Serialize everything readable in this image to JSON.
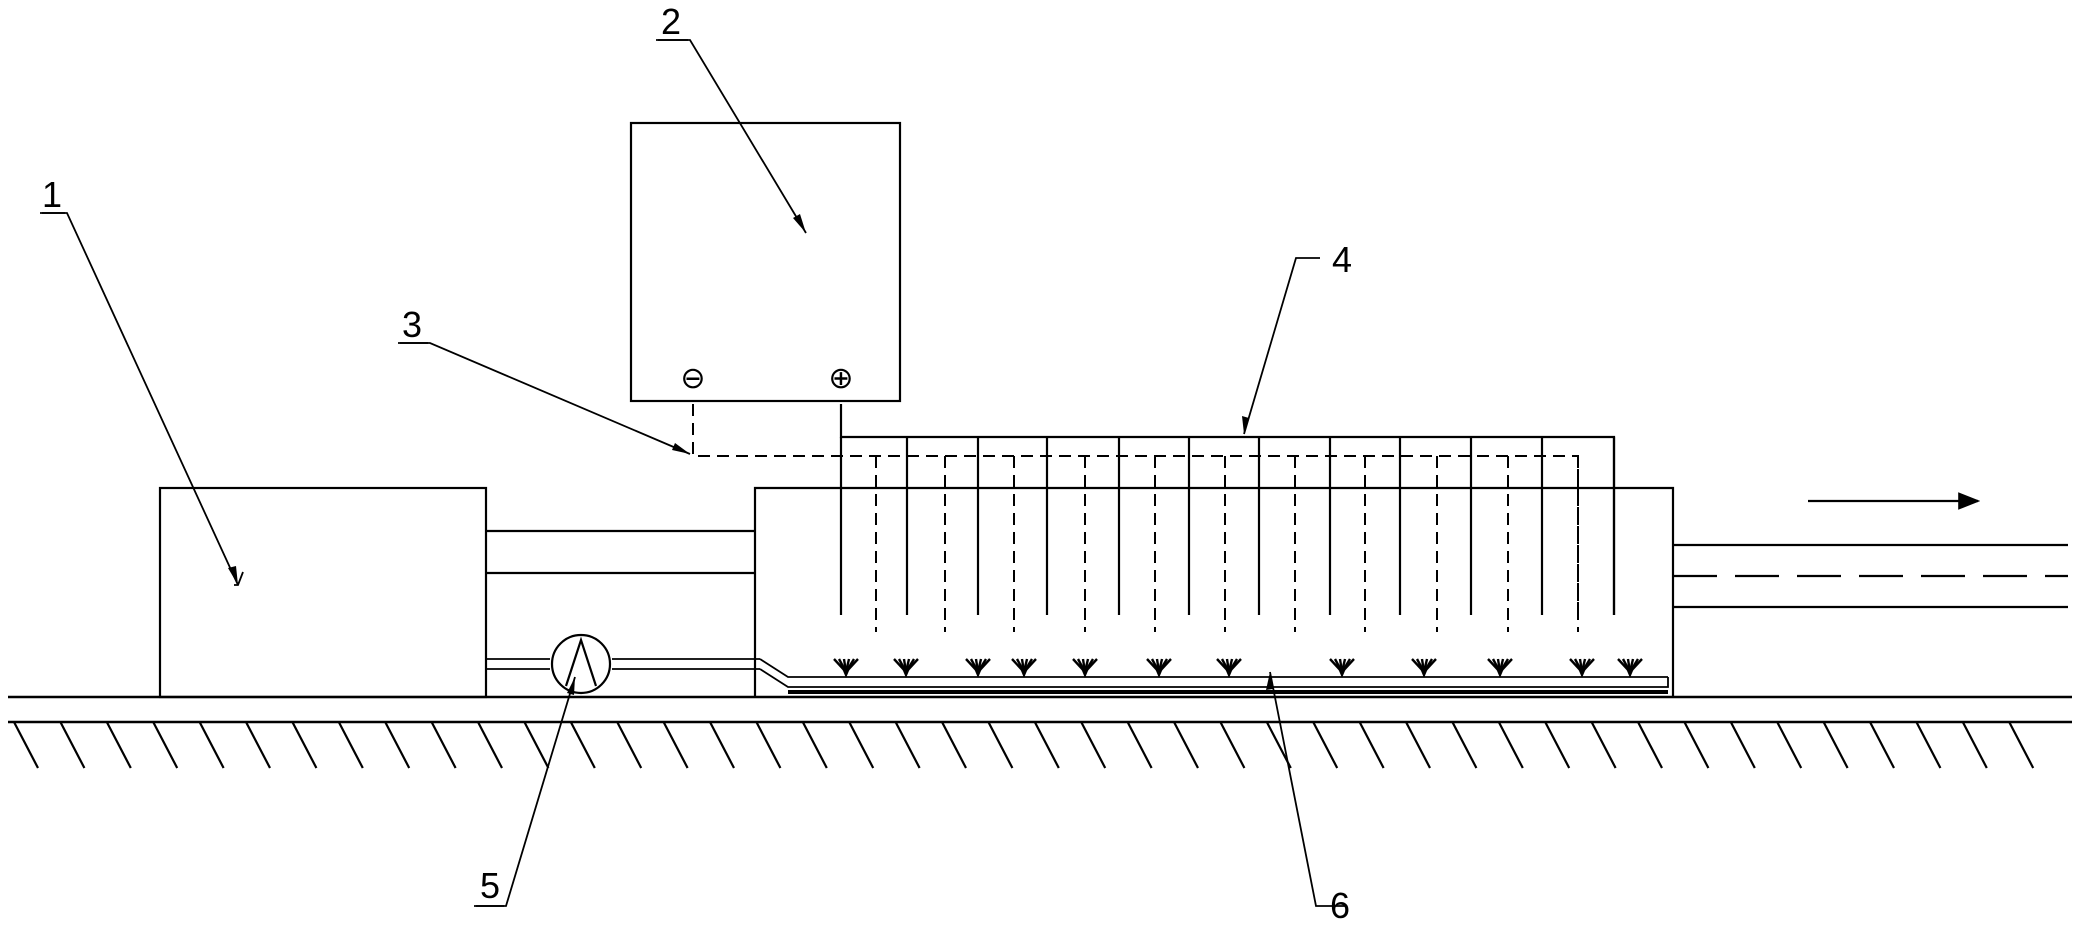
{
  "labels": {
    "tank": "1",
    "power_supply": "2",
    "cathode_wire": "3",
    "anode_wire": "4",
    "pump": "5",
    "channel": "6"
  },
  "terminals": {
    "negative": "⊖",
    "positive": "⊕"
  },
  "icons": {
    "flow_direction": "right-arrow-icon",
    "pump": "pump-icon",
    "ground_hatch": "ground-hatch-icon",
    "nozzle": "spray-nozzle-icon"
  },
  "colors": {
    "line": "#000000",
    "background": "#ffffff"
  }
}
